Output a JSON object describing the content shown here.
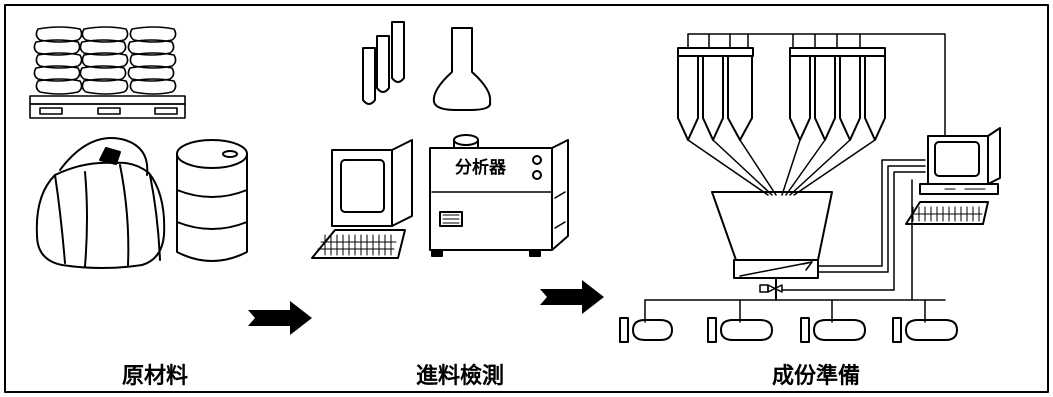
{
  "stages": [
    {
      "caption": "原材料"
    },
    {
      "caption": "進料檢測"
    },
    {
      "caption": "成份準備"
    }
  ],
  "analyzer_label": "分析器",
  "colors": {
    "stroke": "#000000",
    "background": "#ffffff"
  }
}
